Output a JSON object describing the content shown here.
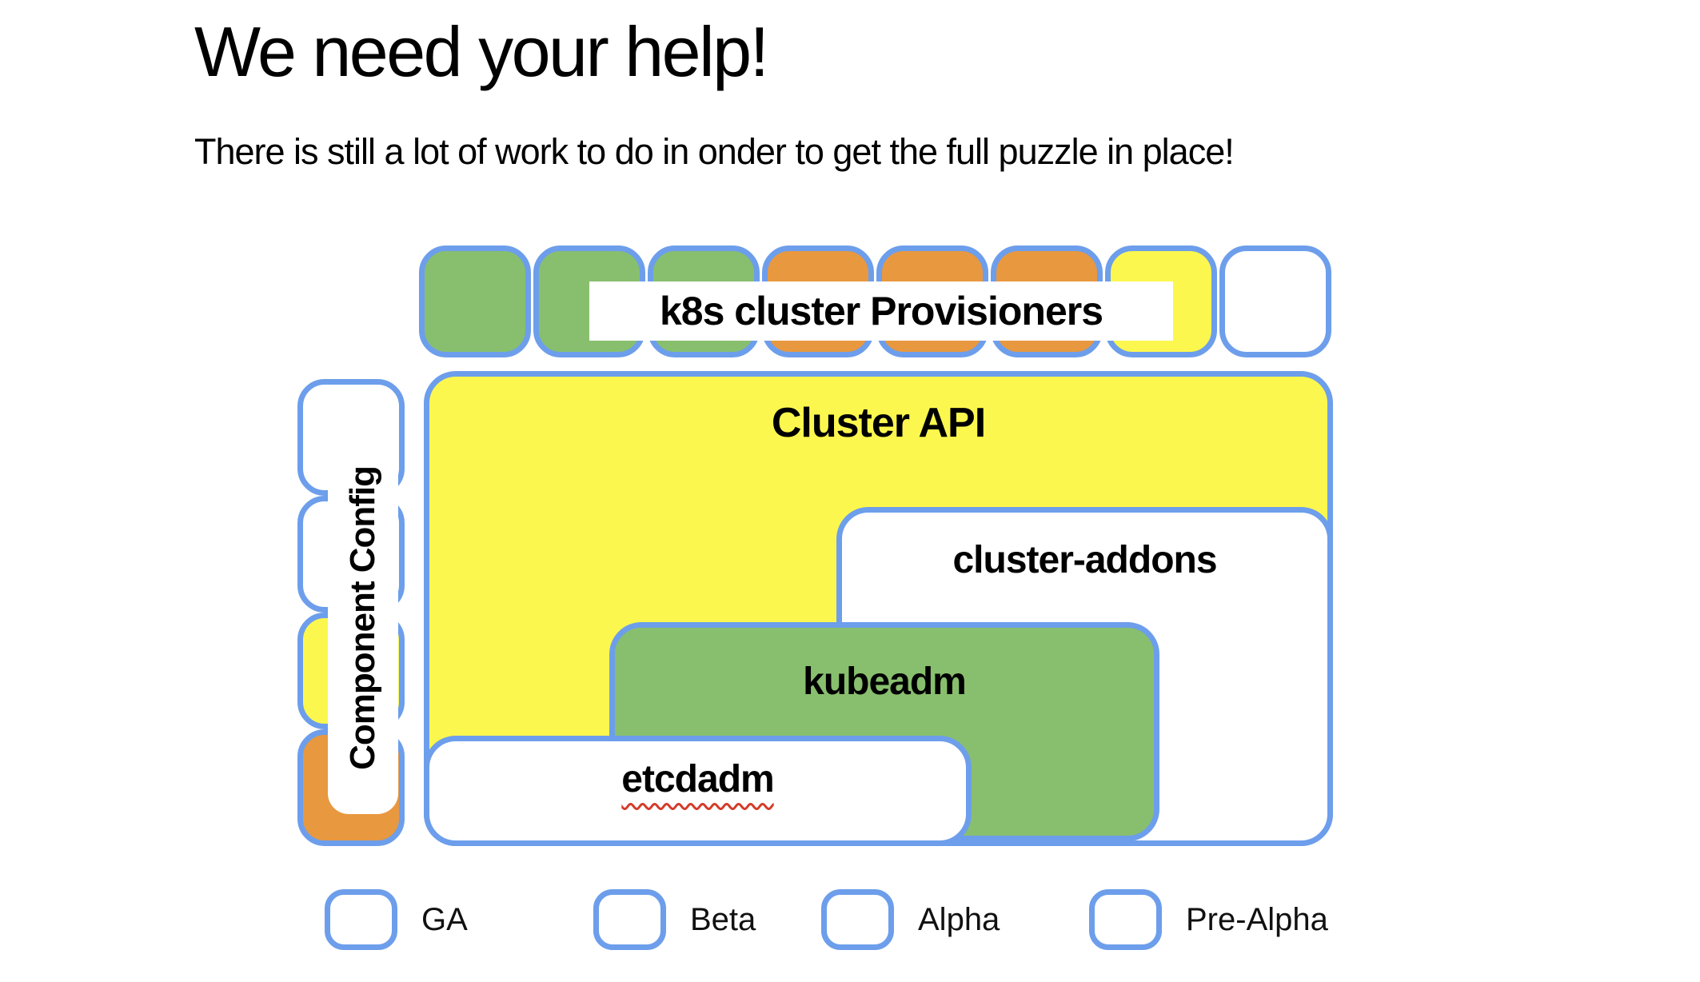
{
  "title": "We need your help!",
  "subtitle": "There is still a lot of work to do in onder to get the full puzzle in place!",
  "colors": {
    "border_blue": "#6D9EEB",
    "ga_green": "#88BF6E",
    "beta_orange": "#E8983F",
    "alpha_yellow": "#FCF74E",
    "prealpha_white": "#FFFFFF",
    "squiggle_red": "#D43B2A"
  },
  "provisioners": {
    "label": "k8s cluster Provisioners",
    "pieces": [
      "ga",
      "ga",
      "ga",
      "beta",
      "beta",
      "beta",
      "alpha",
      "prealpha"
    ]
  },
  "component_config": {
    "label": "Component Config",
    "pieces": [
      "prealpha",
      "prealpha",
      "alpha",
      "beta"
    ]
  },
  "boxes": {
    "cluster_api": {
      "label": "Cluster API",
      "status": "alpha"
    },
    "cluster_addons": {
      "label": "cluster-addons",
      "status": "prealpha"
    },
    "kubeadm": {
      "label": "kubeadm",
      "status": "ga"
    },
    "etcdadm": {
      "label": "etcdadm",
      "status": "prealpha",
      "spellcheck_squiggle": true
    }
  },
  "legend": [
    {
      "label": "GA",
      "status": "ga"
    },
    {
      "label": "Beta",
      "status": "beta"
    },
    {
      "label": "Alpha",
      "status": "alpha"
    },
    {
      "label": "Pre-Alpha",
      "status": "prealpha"
    }
  ]
}
